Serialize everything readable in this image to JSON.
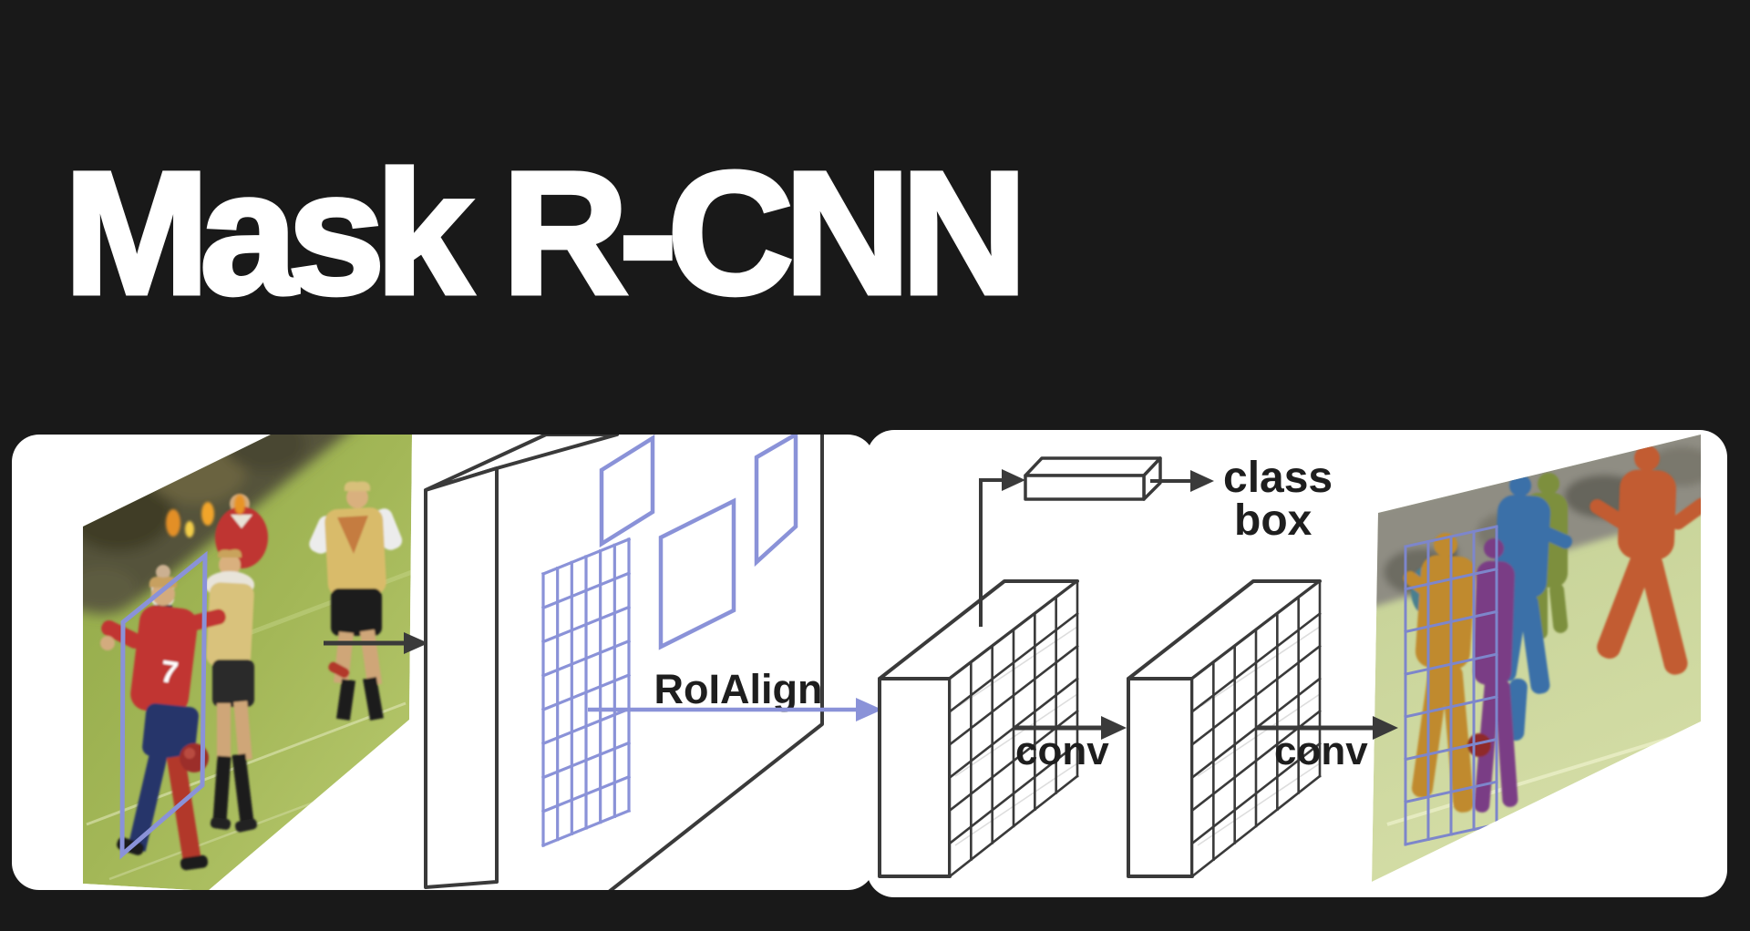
{
  "page": {
    "background_color": "#191919"
  },
  "header": {
    "title": "Mask R-CNN"
  },
  "figure": {
    "description": "Mask R-CNN framework diagram",
    "labels": {
      "roialign": "RoIAlign",
      "class_output": "class",
      "box_output": "box",
      "conv_first": "conv",
      "conv_second": "conv"
    },
    "input_photo": {
      "jersey_number": "7"
    },
    "colors": {
      "panel": "#ffffff",
      "diagram_line": "#3a3a3a",
      "roi_blue": "#7d86cb",
      "label_text": "#1e1e1e",
      "title_text": "#ffffff",
      "mask_orange": "#c25c30",
      "mask_purple": "#7a3d85",
      "mask_blue": "#3a6fa8",
      "mask_olive": "#7d8f3c",
      "mask_ochre": "#c08a2f"
    }
  }
}
